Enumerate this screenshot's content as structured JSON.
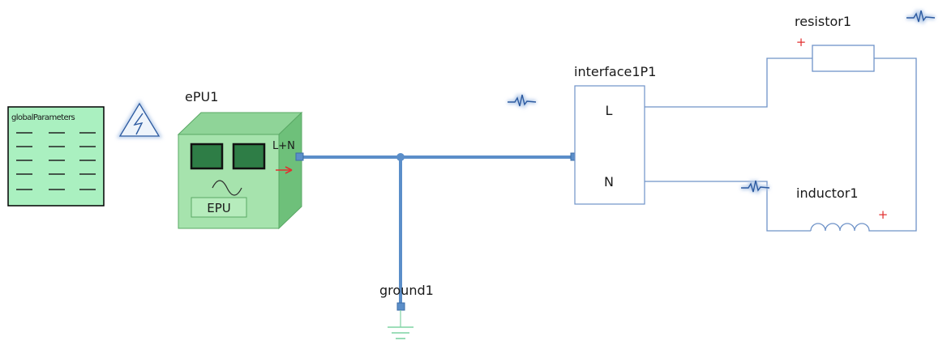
{
  "components": {
    "global_parameters": {
      "label": "globalParameters"
    },
    "epu": {
      "name": "ePU1",
      "port_label": "L+N",
      "badge": "EPU"
    },
    "interface": {
      "name": "interface1P1",
      "pin_l": "L",
      "pin_n": "N"
    },
    "resistor": {
      "name": "resistor1",
      "polarity": "+"
    },
    "inductor": {
      "name": "inductor1",
      "polarity": "+"
    },
    "ground": {
      "name": "ground1"
    }
  },
  "colors": {
    "main_wire": "#5b8ec9",
    "thin_wire": "#6f93c8",
    "epu_front": "#a6e3ad",
    "epu_side": "#6ec07a",
    "param_fill": "#aaf0c0",
    "polarity": "#e23030",
    "ground_symbol": "#7fd3a3",
    "signal_icon": "#2c5aa0"
  },
  "icons": [
    "signal-wave-icon",
    "lightning-icon",
    "sine-wave-icon",
    "port-arrow-icon",
    "ground-symbol-icon"
  ]
}
